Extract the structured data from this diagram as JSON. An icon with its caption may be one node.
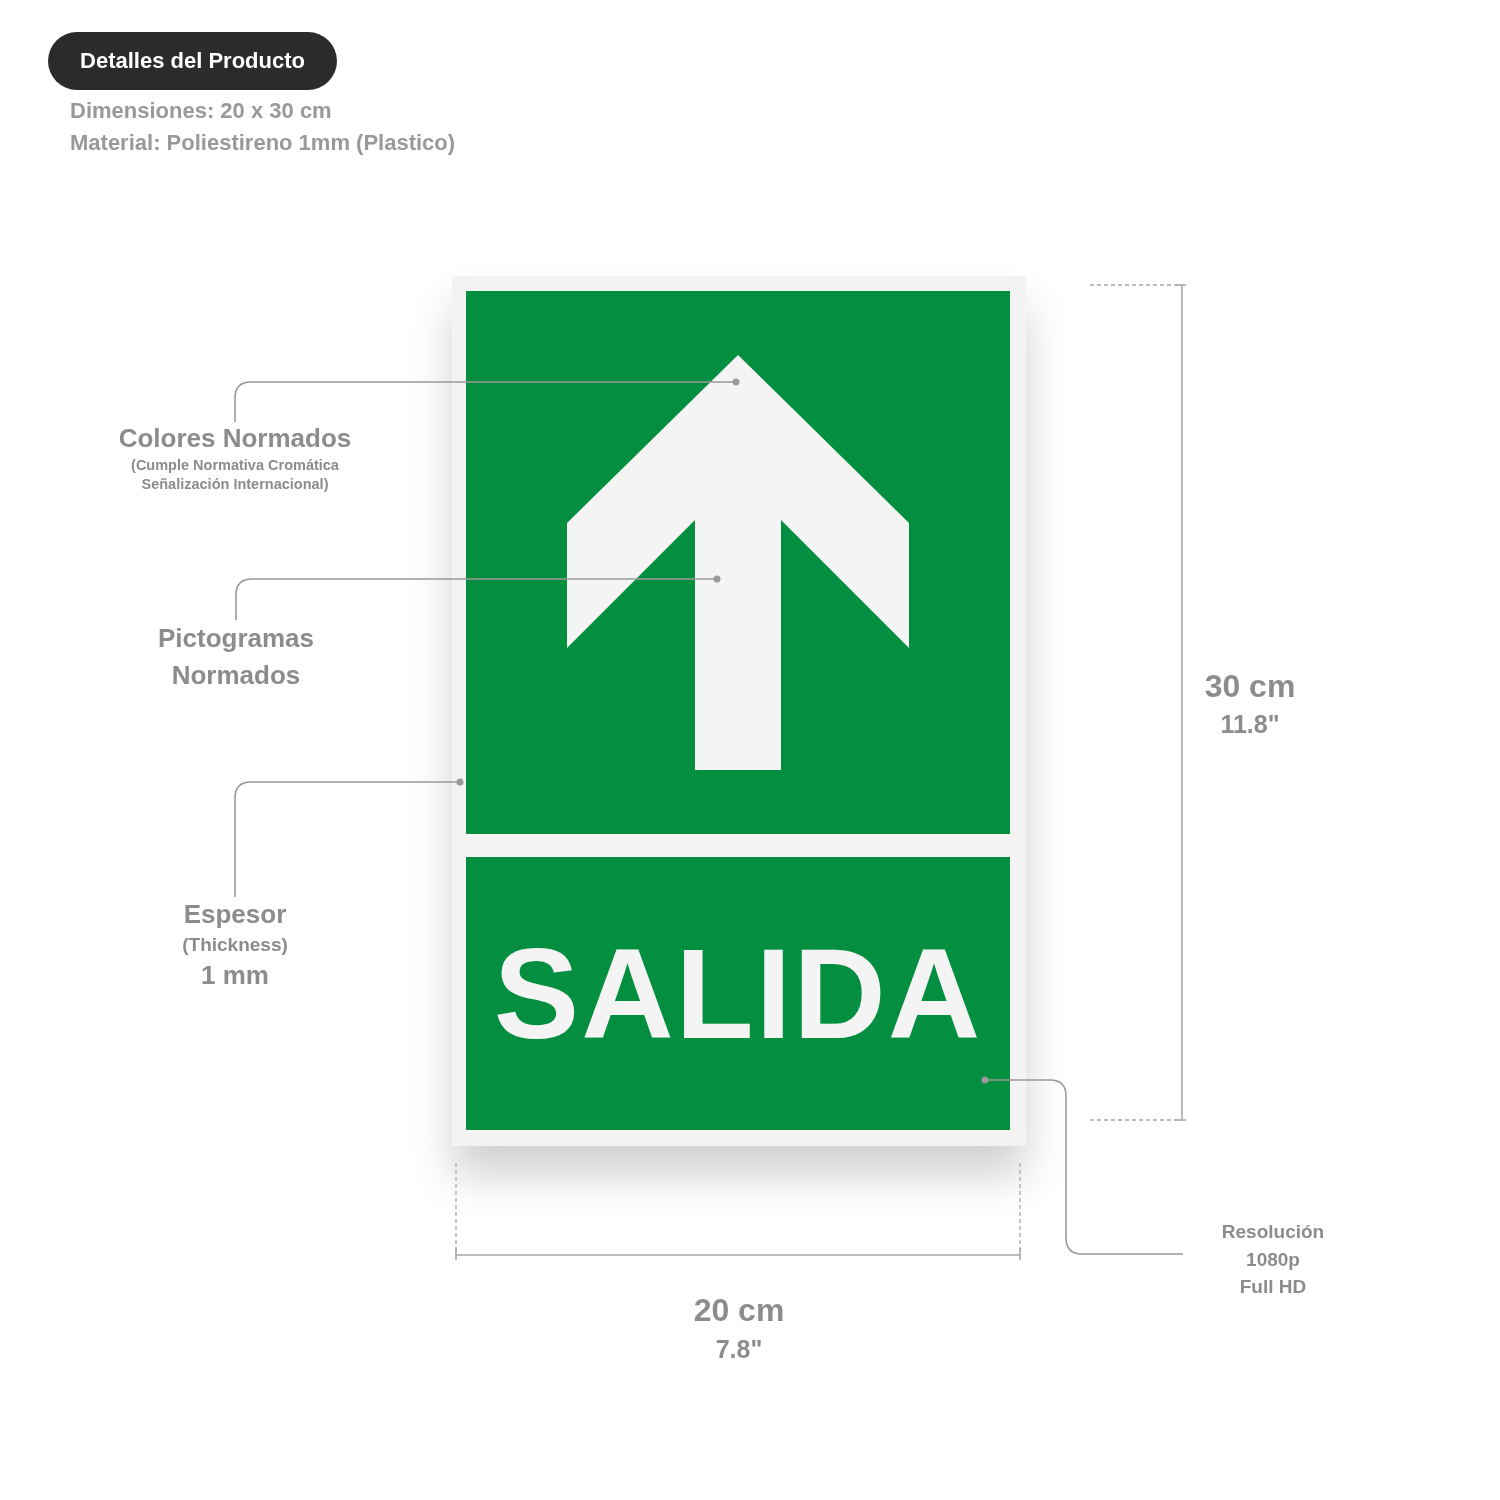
{
  "diagram": {
    "nodes": [
      {
        "text": [
          "Detalles del Producto"
        ]
      },
      {
        "text": [],
        "shape": "box"
      },
      {
        "text": [],
        "shape": "box",
        "in": 1
      },
      {
        "text": [],
        "shape": "picture",
        "in": 2
      },
      {
        "text": [
          "SALIDA"
        ],
        "in": 1
      },
      {
        "text": [
          "Colores Normados",
          "(Cumple Normativa Cromática Señalización Internacional)"
        ]
      },
      {
        "text": [
          "Pictogramas Normados"
        ]
      },
      {
        "text": [
          "Espesor",
          "(Thickness)",
          "1 mm"
        ]
      },
      {
        "text": [
          "Resolución",
          "1080p",
          "Full HD"
        ]
      }
    ],
    "edges": [
      {
        "from": 5,
        "to": 3,
        "arrow": "other"
      },
      {
        "from": 6,
        "to": 3,
        "arrow": "other"
      },
      {
        "from": 7,
        "to": 1,
        "arrow": "other"
      },
      {
        "from": 8,
        "to": 4,
        "arrow": "other"
      }
    ],
    "labels": [
      "Dimensiones: 20 x 30 cm",
      "Material: Poliestireno 1mm (Plastico)",
      "30 cm",
      "11.8\"",
      "20 cm",
      "7.8\""
    ]
  }
}
